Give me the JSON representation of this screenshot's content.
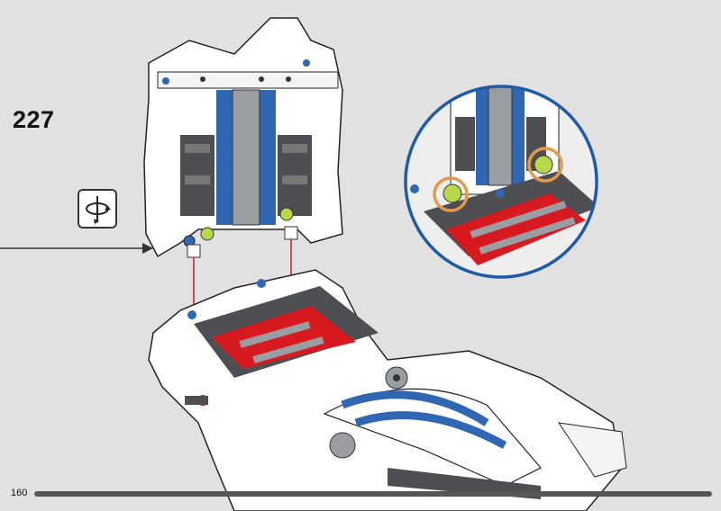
{
  "page": {
    "step_number": "227",
    "page_number": "160"
  },
  "icons": {
    "rotate": "rotate-model-icon",
    "callout": "magnified-callout"
  },
  "progress": {
    "fraction": 1.0
  },
  "colors": {
    "background": "#e1e1e1",
    "white": "#ffffff",
    "blue": "#2f67b3",
    "red": "#d71920",
    "dark_gray": "#4d4f52",
    "light_gray": "#9a9ea3",
    "lime": "#b6d84a",
    "highlight_ring": "#e39a4e",
    "callout_border": "#1f5aa6"
  }
}
